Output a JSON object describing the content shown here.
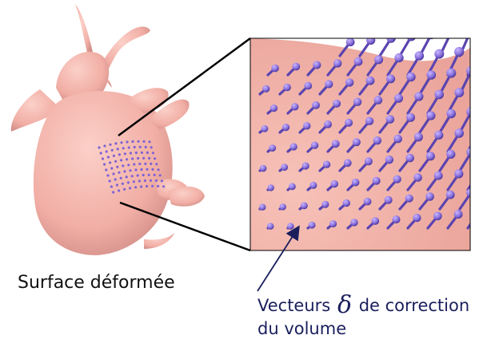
{
  "labels": {
    "left_caption": "Surface déformée",
    "right_caption_before": "Vecteurs",
    "right_caption_symbol": "δ",
    "right_caption_after": "de correction",
    "right_caption_line2": "du volume"
  },
  "colors": {
    "skin": "#f4b4ac",
    "skin_shadow": "#d9908a",
    "vector": "#8d74dd",
    "vector_dark": "#5b44b0",
    "caption_text": "#111111",
    "annotation_text": "#1a1f5c",
    "lines": "#000000"
  },
  "icons": {
    "model": "elephant-model-icon",
    "arrow": "annotation-arrow-icon"
  }
}
